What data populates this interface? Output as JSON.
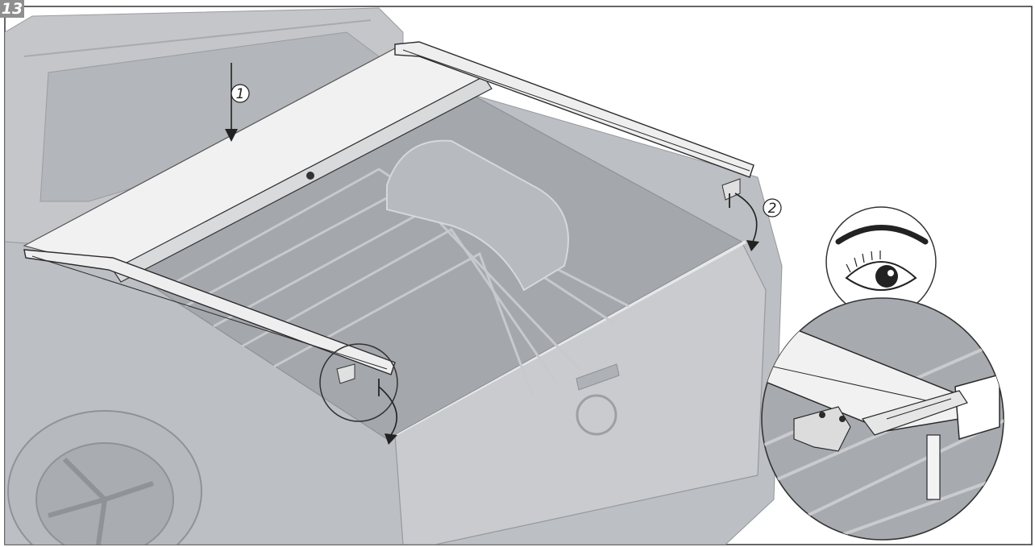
{
  "figure": {
    "step_number": "13",
    "callouts": [
      {
        "id": "1",
        "label": "1"
      },
      {
        "id": "2",
        "label": "2"
      }
    ]
  },
  "colors": {
    "body": "#b9bcc0",
    "body_light": "#d2d4d7",
    "body_dark": "#8e9196",
    "bed_floor": "#9da0a5",
    "rail": "#e9eaeb",
    "rail_dark": "#2b2b2b",
    "frame": "#333333",
    "badge": "#8f8f8f"
  },
  "icons": {
    "eye": "eye-icon",
    "arrow_down": "arrow-down-icon",
    "curved_arrow": "curved-arrow-icon",
    "magnifier": "detail-magnifier-icon"
  }
}
